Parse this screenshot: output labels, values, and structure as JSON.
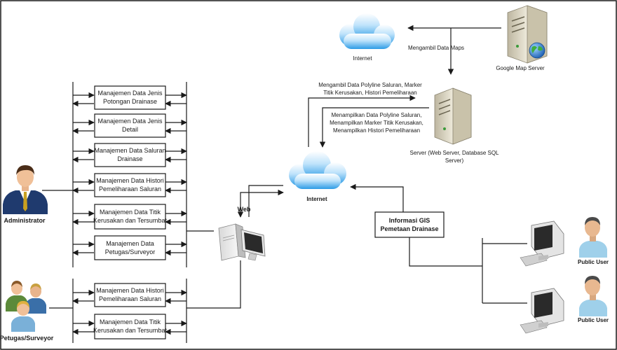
{
  "actors": {
    "administrator": "Administrator",
    "petugas": "Petugas/Surveyor",
    "public_user_1": "Public User",
    "public_user_2": "Public User"
  },
  "admin_modules": [
    [
      "Manajemen Data Jenis",
      "Potongan Drainase"
    ],
    [
      "Manajemen Data Jenis",
      "Detail"
    ],
    [
      "Manajemen Data Saluran",
      "Drainase"
    ],
    [
      "Manajemen Data Histori",
      "Pemeliharaan Saluran"
    ],
    [
      "Manajemen Data Titik",
      "Kerusakan dan Tersumbat"
    ],
    [
      "Manajemen Data",
      "Petugas/Surveyor"
    ]
  ],
  "petugas_modules": [
    [
      "Manajemen Data Histori",
      "Pemeliharaan Saluran"
    ],
    [
      "Manajemen Data Titik",
      "Kerusakan dan Tersumbat"
    ]
  ],
  "nodes": {
    "web": "Web",
    "internet_top": "Internet",
    "internet_center": "Internet",
    "google_map_server": "Google Map Server",
    "server": [
      "Server (Web Server, Database SQL",
      "Server)"
    ],
    "gis": [
      "Informasi GIS",
      "Pemetaan Drainase"
    ]
  },
  "flows": {
    "ambil_maps": "Mengambil Data Maps",
    "ambil_polyline": [
      "Mengambil Data Polyline Saluran, Marker",
      "Titik Kerusakan, Histori Pemeliharaan"
    ],
    "tampil_polyline": [
      "Menampilkan Data Polyline Saluran,",
      "Menampilkan Marker Titik Kerusakan,",
      "Menampilkan Histori Pemeliharaan"
    ]
  },
  "colors": {
    "line": "#1a1a1a",
    "cloud_light": "#e6f3ff",
    "cloud_dark": "#2d9ce6",
    "server_body": "#d9d4c2",
    "person_suit": "#1f3a6e",
    "user_shirt": "#9fd0ea"
  },
  "icons": {
    "cloud": "cloud-icon",
    "server": "server-icon",
    "globe": "globe-icon",
    "workstation": "workstation-icon",
    "person": "person-icon",
    "monitor": "monitor-icon"
  }
}
